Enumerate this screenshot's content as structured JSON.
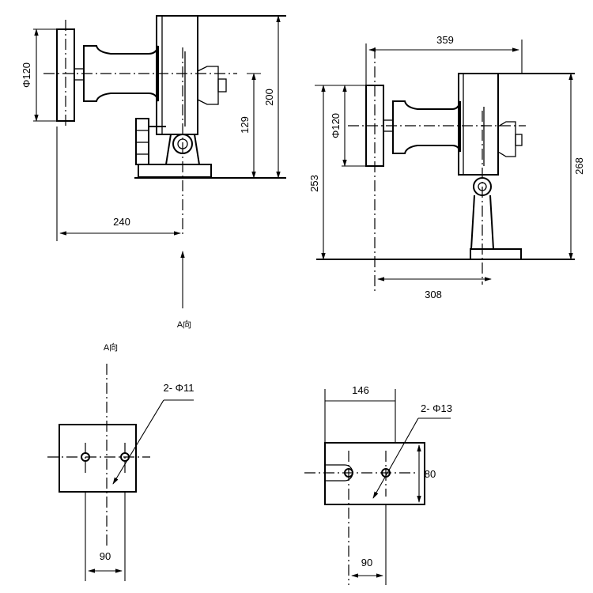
{
  "views": {
    "left_elevation": {
      "dim_diameter": "Φ120",
      "dim_total_height": "200",
      "dim_axis_height": "129",
      "dim_offset": "240",
      "arrow_label": "A向"
    },
    "right_elevation": {
      "dim_top_length": "359",
      "dim_diameter": "Φ120",
      "dim_axis_height": "253",
      "dim_total_height": "268",
      "dim_offset": "308"
    },
    "left_base": {
      "view_label": "A向",
      "holes_label": "2- Φ11",
      "dim_spacing": "90"
    },
    "right_base": {
      "dim_width": "146",
      "holes_label": "2- Φ13",
      "dim_height": "80",
      "dim_spacing": "90"
    }
  }
}
